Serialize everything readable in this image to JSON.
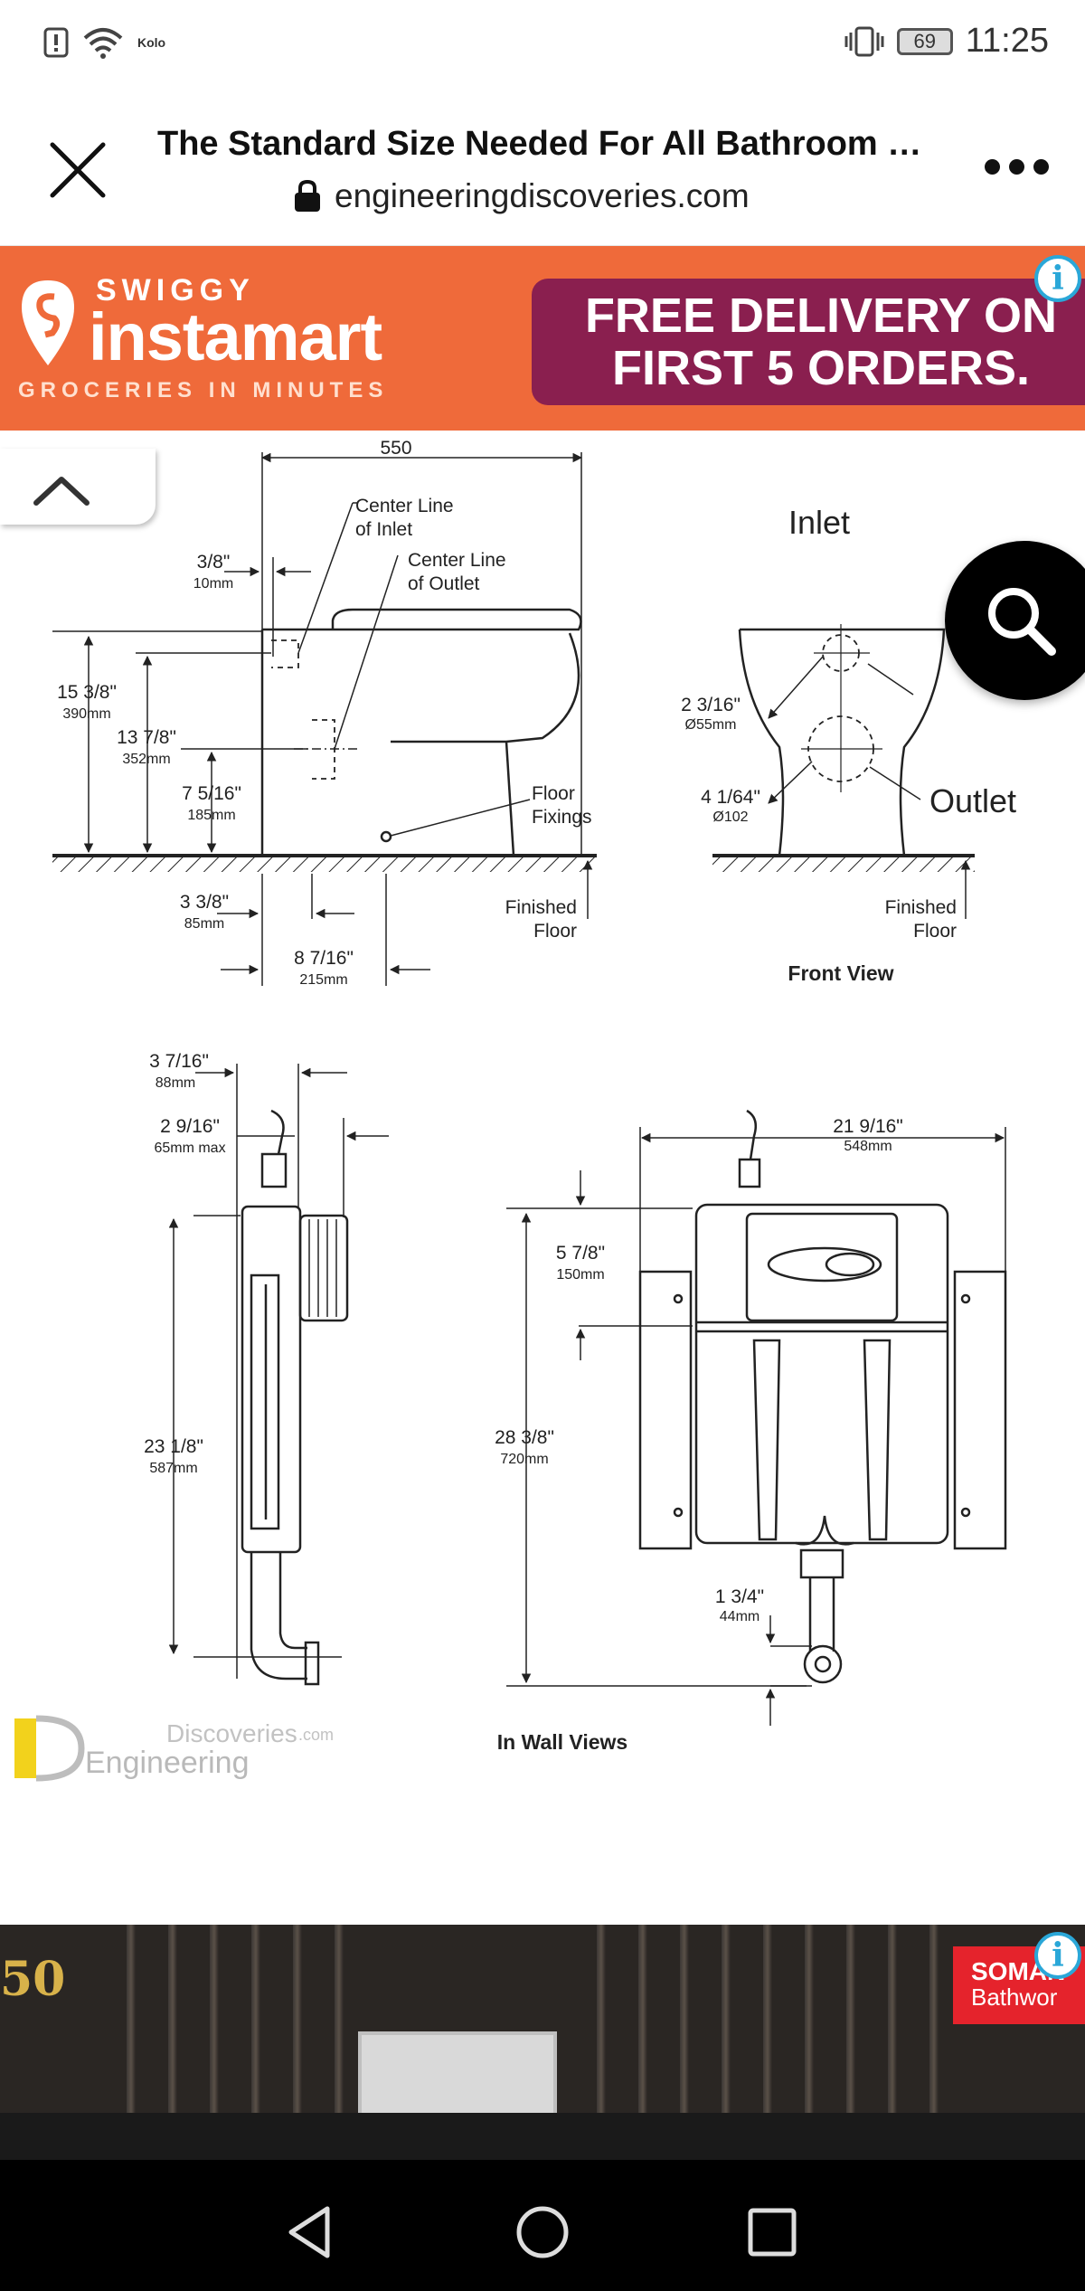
{
  "status_bar": {
    "carrier": "Kolo",
    "battery": "69",
    "time": "11:25",
    "icons": [
      "alert-icon",
      "wifi-icon",
      "vibrate-icon",
      "battery-icon"
    ]
  },
  "browser": {
    "title": "The Standard Size Needed For All Bathroom Fixtures",
    "url": "engineeringdiscoveries.com",
    "icons": [
      "close-icon",
      "lock-icon",
      "more-icon"
    ]
  },
  "ad_top": {
    "brand_top": "SWIGGY",
    "brand": "instamart",
    "tagline": "GROCERIES IN MINUTES",
    "offer_line1": "FREE DELIVERY ON",
    "offer_line2": "FIRST 5 ORDERS.",
    "info": "i",
    "colors": {
      "background": "#ef6a3a",
      "offer": "#8a1f4f",
      "info": "#2aa7d8"
    }
  },
  "drawing": {
    "side": {
      "width_top": "550",
      "center_inlet_1": "Center Line",
      "center_inlet_2": "of Inlet",
      "center_outlet_1": "Center Line",
      "center_outlet_2": "of Outlet",
      "dim_38_in": "3/8\"",
      "dim_38_mm": "10mm",
      "dim_1538_in": "15 3/8\"",
      "dim_1538_mm": "390mm",
      "dim_1378_in": "13 7/8\"",
      "dim_1378_mm": "352mm",
      "dim_7516_in": "7 5/16\"",
      "dim_7516_mm": "185mm",
      "floor_fix_1": "Floor",
      "floor_fix_2": "Fixings",
      "dim_338_in": "3 3/8\"",
      "dim_338_mm": "85mm",
      "dim_8716_in": "8 7/16\"",
      "dim_8716_mm": "215mm",
      "finished_1": "Finished",
      "finished_2": "Floor"
    },
    "front": {
      "inlet": "Inlet",
      "outlet": "Outlet",
      "dim_2316_in": "2 3/16\"",
      "dim_2316_mm": "Ø55mm",
      "dim_4164_in": "4 1/64\"",
      "dim_4164_mm": "Ø102",
      "finished_1": "Finished",
      "finished_2": "Floor",
      "caption": "Front View"
    },
    "wall_side": {
      "dim_3716_in": "3 7/16\"",
      "dim_3716_mm": "88mm",
      "dim_2916_in": "2 9/16\"",
      "dim_2916_mm": "65mm max",
      "dim_2318_in": "23 1/8\"",
      "dim_2318_mm": "587mm"
    },
    "wall_front": {
      "dim_21916_in": "21 9/16\"",
      "dim_21916_mm": "548mm",
      "dim_578_in": "5 7/8\"",
      "dim_578_mm": "150mm",
      "dim_2838_in": "28 3/8\"",
      "dim_2838_mm": "720mm",
      "dim_134_in": "1 3/4\"",
      "dim_134_mm": "44mm",
      "caption": "In Wall Views"
    },
    "watermark": {
      "line1": "Discoveries",
      "line1_suffix": ".com",
      "line2": "Engineering"
    }
  },
  "ad_bottom": {
    "badge": "50",
    "brand_line1": "SOMAN",
    "brand_line2": "Bathwor",
    "info": "i"
  },
  "nav": {
    "icons": [
      "back-icon",
      "home-icon",
      "recents-icon"
    ]
  }
}
